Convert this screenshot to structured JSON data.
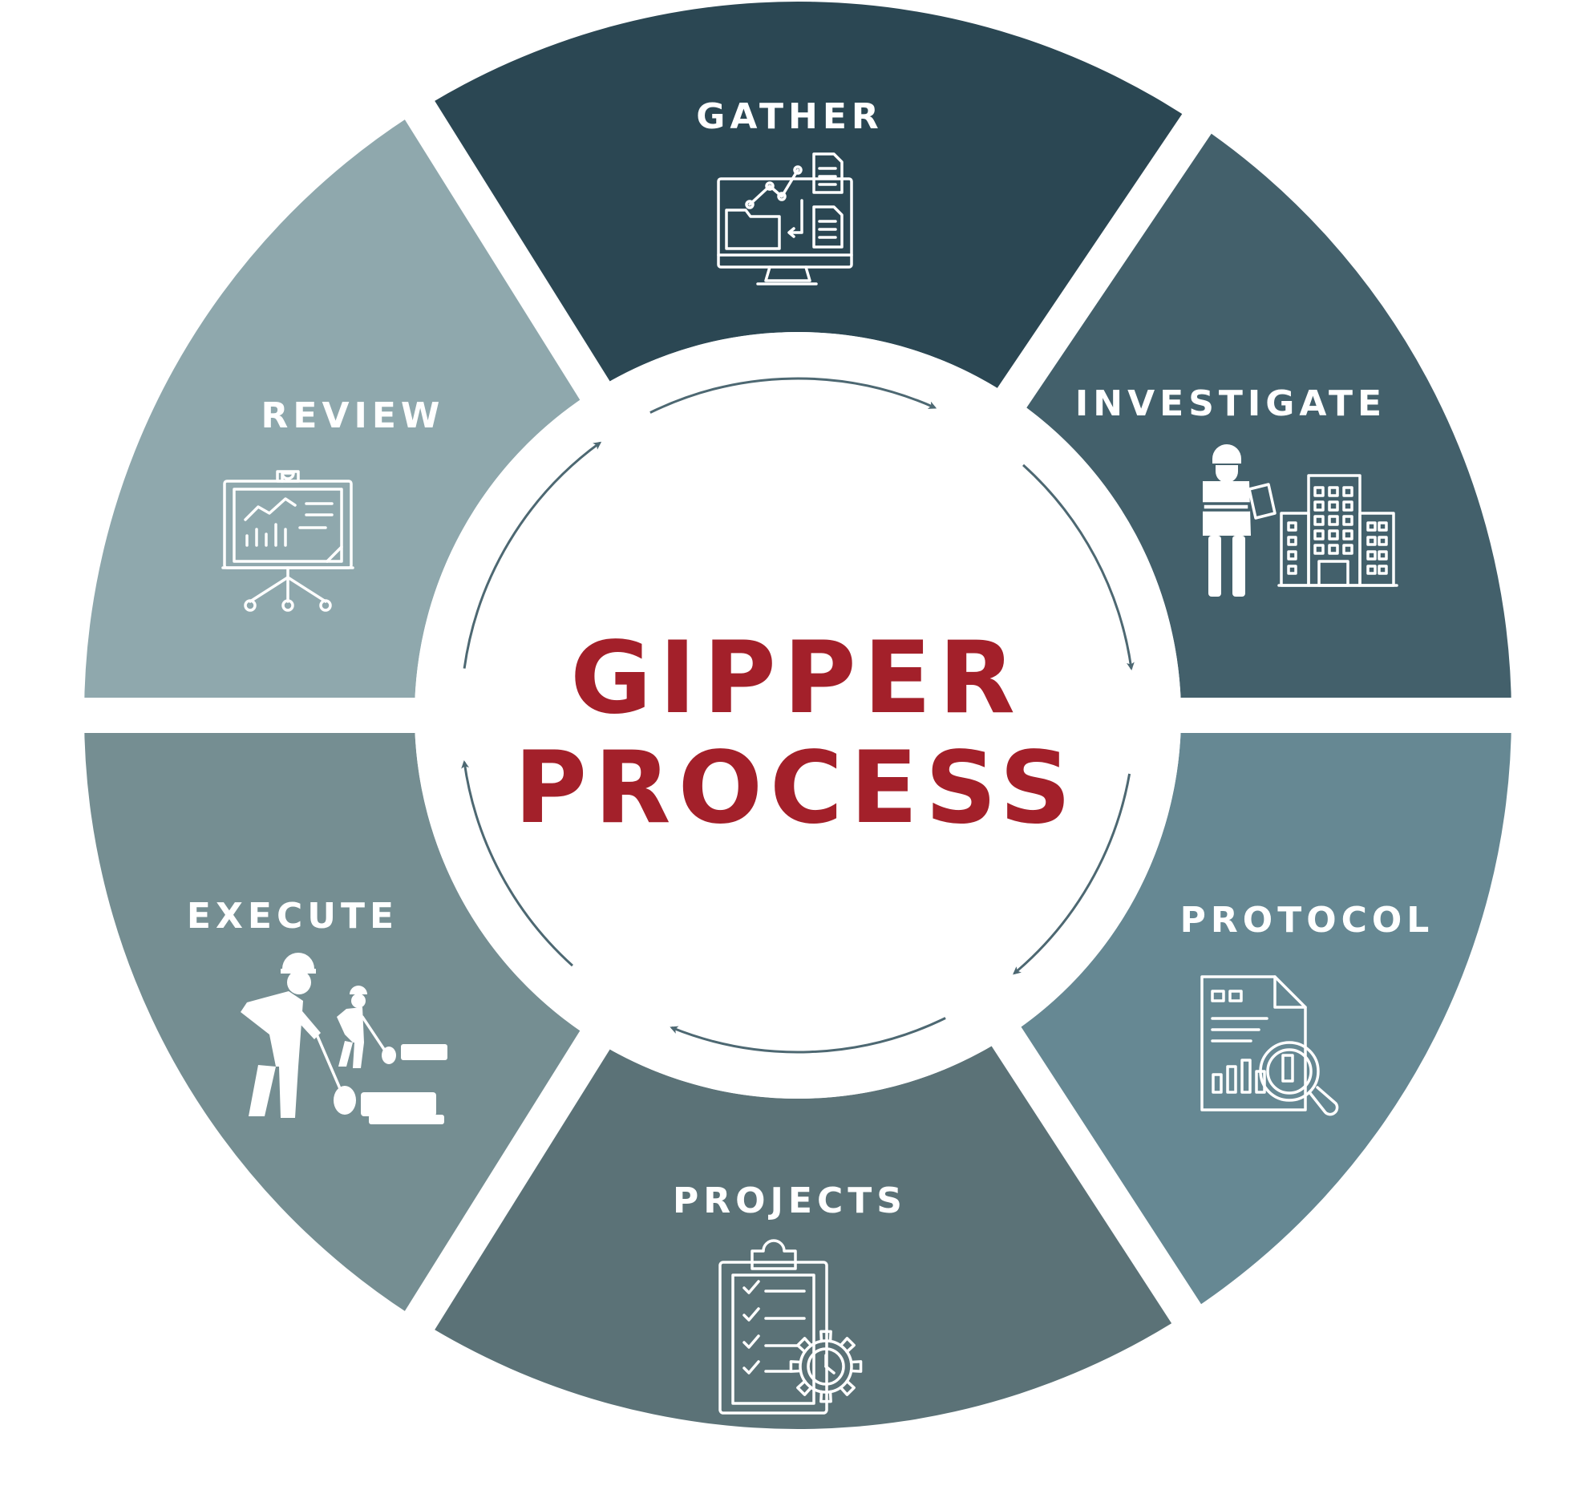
{
  "center": {
    "line1": "GIPPER",
    "line2": "PROCESS",
    "color": "#a3202a"
  },
  "segments": [
    {
      "id": "gather",
      "label": "GATHER",
      "color": "#2b4753",
      "icon": "computer-data-icon"
    },
    {
      "id": "investigate",
      "label": "INVESTIGATE",
      "color": "#43606b",
      "icon": "inspector-building-icon"
    },
    {
      "id": "protocol",
      "label": "PROTOCOL",
      "color": "#668893",
      "icon": "report-magnifier-icon"
    },
    {
      "id": "projects",
      "label": "PROJECTS",
      "color": "#5b7277",
      "icon": "checklist-gear-icon"
    },
    {
      "id": "execute",
      "label": "EXECUTE",
      "color": "#758e92",
      "icon": "workers-rolling-icon"
    },
    {
      "id": "review",
      "label": "REVIEW",
      "color": "#8fa8ad",
      "icon": "presentation-board-icon"
    }
  ],
  "arrow_color": "#4d6872"
}
